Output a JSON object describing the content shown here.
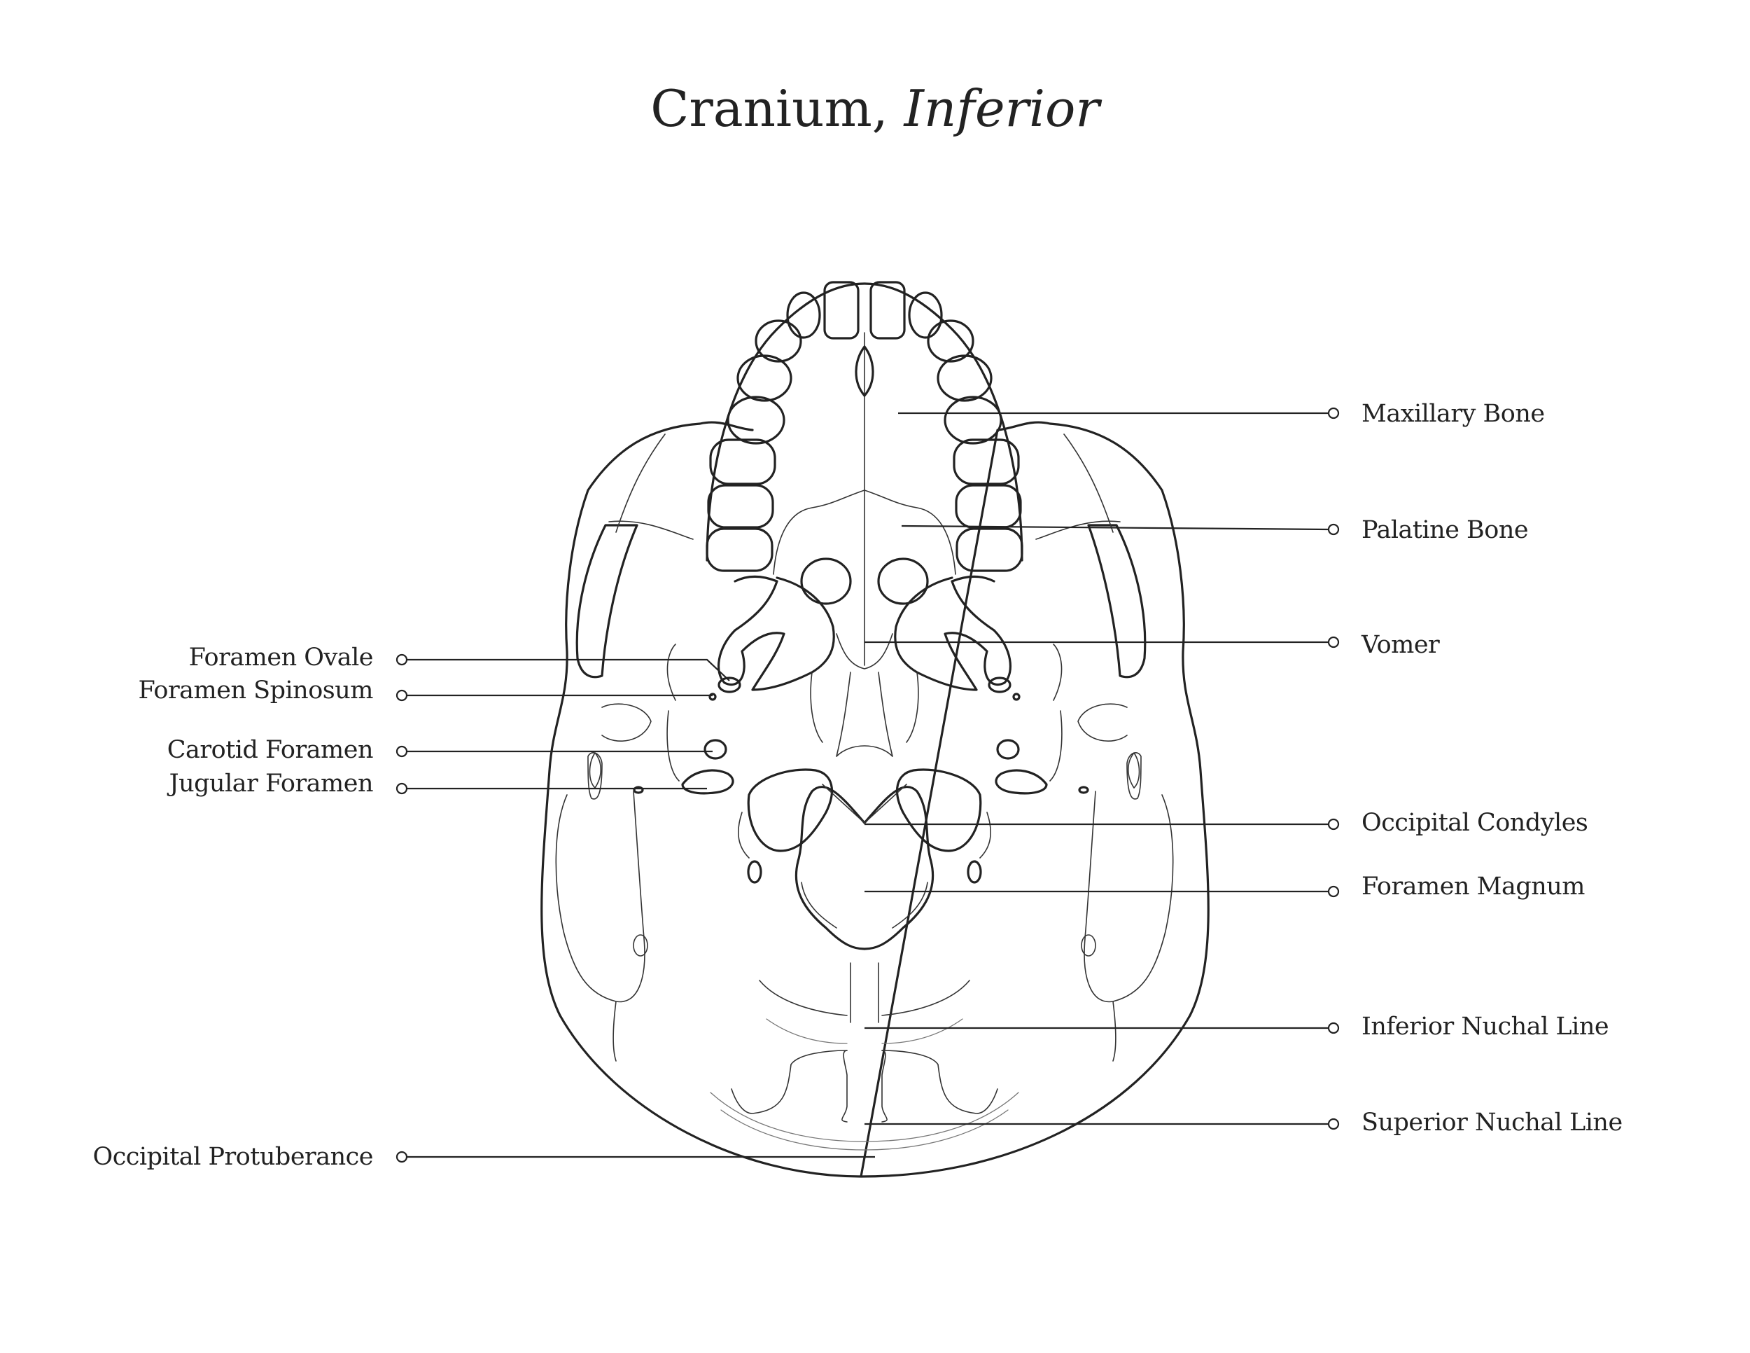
{
  "title": {
    "main": "Cranium, ",
    "emphasis": "Inferior"
  },
  "labels": {
    "right": [
      "Maxillary Bone",
      "Palatine Bone",
      "Vomer",
      "Occipital Condyles",
      "Foramen Magnum",
      "Inferior Nuchal Line",
      "Superior Nuchal Line"
    ],
    "left": [
      "Foramen Ovale",
      "Foramen Spinosum",
      "Carotid Foramen",
      "Jugular Foramen",
      "Occipital Protuberance"
    ]
  },
  "colors": {
    "ink": "#222222",
    "background": "#ffffff"
  }
}
